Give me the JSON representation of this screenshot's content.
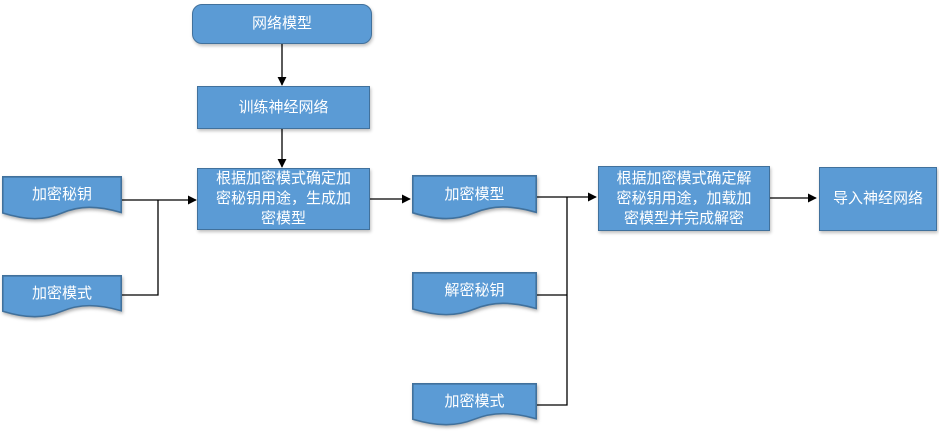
{
  "diagram": {
    "colors": {
      "shape_fill": "#5B9BD5",
      "shape_border": "#41719C",
      "connector": "#000000",
      "text": "#ffffff",
      "bg": "#ffffff"
    },
    "nodes": [
      {
        "id": "network-model",
        "type": "rounded",
        "label": "网络模型"
      },
      {
        "id": "train-network",
        "type": "process",
        "label": "训练神经网络"
      },
      {
        "id": "encrypt-step",
        "type": "process",
        "label": "根据加密模式确定加\n密秘钥用途，生成加\n密模型"
      },
      {
        "id": "encrypt-key",
        "type": "document",
        "label": "加密秘钥"
      },
      {
        "id": "encrypt-mode-left",
        "type": "document",
        "label": "加密模式"
      },
      {
        "id": "encrypt-model",
        "type": "document",
        "label": "加密模型"
      },
      {
        "id": "decrypt-key",
        "type": "document",
        "label": "解密秘钥"
      },
      {
        "id": "encrypt-mode-bottom",
        "type": "document",
        "label": "加密模式"
      },
      {
        "id": "decrypt-step",
        "type": "process",
        "label": "根据加密模式确定解\n密秘钥用途，加载加\n密模型并完成解密"
      },
      {
        "id": "import-network",
        "type": "process",
        "label": "导入神经网络"
      }
    ],
    "connectors": [
      {
        "id": "network-to-train",
        "from": "network-model",
        "to": "train-network",
        "arrow": true
      },
      {
        "id": "train-to-encrypt",
        "from": "train-network",
        "to": "encrypt-step",
        "arrow": true
      },
      {
        "id": "key-mode-junction",
        "from": "encrypt-mode-left",
        "to": "encrypt-key-line",
        "arrow": false
      },
      {
        "id": "inputs-to-encrypt",
        "from": "encrypt-key",
        "to": "encrypt-step",
        "arrow": true
      },
      {
        "id": "encrypt-to-model",
        "from": "encrypt-step",
        "to": "encrypt-model",
        "arrow": true
      },
      {
        "id": "model-to-decrypt",
        "from": "encrypt-model",
        "to": "decrypt-step",
        "arrow": true
      },
      {
        "id": "decrypt-key-junction",
        "from": "decrypt-key",
        "to": "model-line",
        "arrow": false
      },
      {
        "id": "mode-bottom-junction",
        "from": "encrypt-mode-bottom",
        "to": "model-line",
        "arrow": false
      },
      {
        "id": "decrypt-to-import",
        "from": "decrypt-step",
        "to": "import-network",
        "arrow": true
      }
    ]
  }
}
